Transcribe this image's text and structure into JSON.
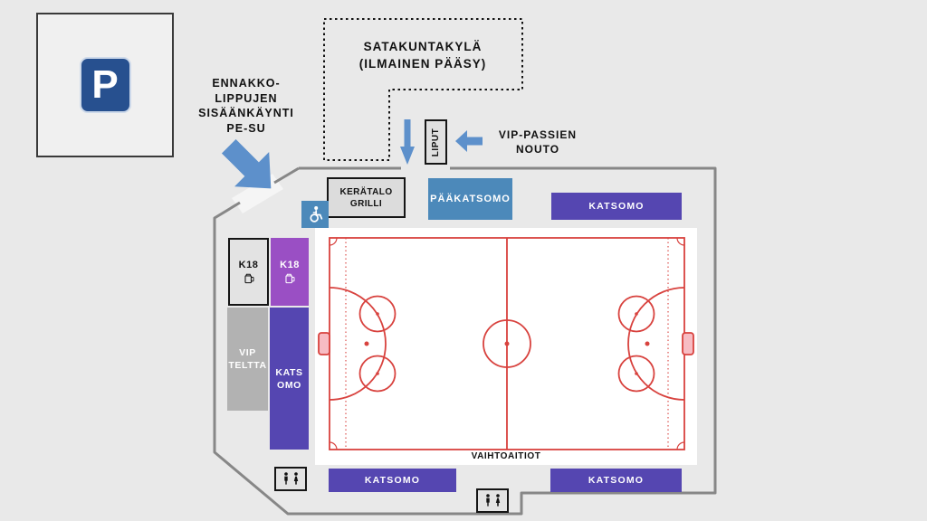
{
  "labels": {
    "parking": "P",
    "advance_entrance": "ENNAKKO-\nLIPPUJEN\nSISÄÄNKÄYNTI\nPE-SU",
    "satakunta_village": "SATAKUNTAKYLÄ\n(ILMAINEN PÄÄSY)",
    "tickets": "LIPUT",
    "vip_pass_pickup": "VIP-PASSIEN\nNOUTO",
    "grill": "KERÄTALO\nGRILLI",
    "main_stand": "PÄÄKATSOMO",
    "stand_top_right": "KATSOMO",
    "stand_bottom_left": "KATSOMO",
    "stand_bottom_right": "KATSOMO",
    "stand_left_vertical": "KATS\nOMO",
    "vip_tent": "VIP\nTELTTA",
    "k18_gray": "K18",
    "k18_purple": "K18",
    "benches": "VAIHTOAITIOT"
  },
  "icons": {
    "parking_sign": "parking-p-sign",
    "wheelchair": "wheelchair-accessible-area",
    "beer_mug": "beer-served-k18",
    "restroom": "wc-toilets",
    "arrow_down_right": "entrance-direction",
    "arrow_down": "ticket-gate-direction",
    "arrow_left": "vip-pickup-direction"
  },
  "colors": {
    "background": "#e9e9e9",
    "venue_outline": "#878787",
    "stand_purple": "#5546b1",
    "main_stand_blue": "#4c89ba",
    "k18_purple": "#9a4fc4",
    "arrow_blue": "#5d90cb",
    "parking_blue": "#27508f",
    "pitch_red": "#d8423e",
    "goal_pink": "#f7bcc3",
    "vip_tent_gray": "#b2b2b2"
  }
}
